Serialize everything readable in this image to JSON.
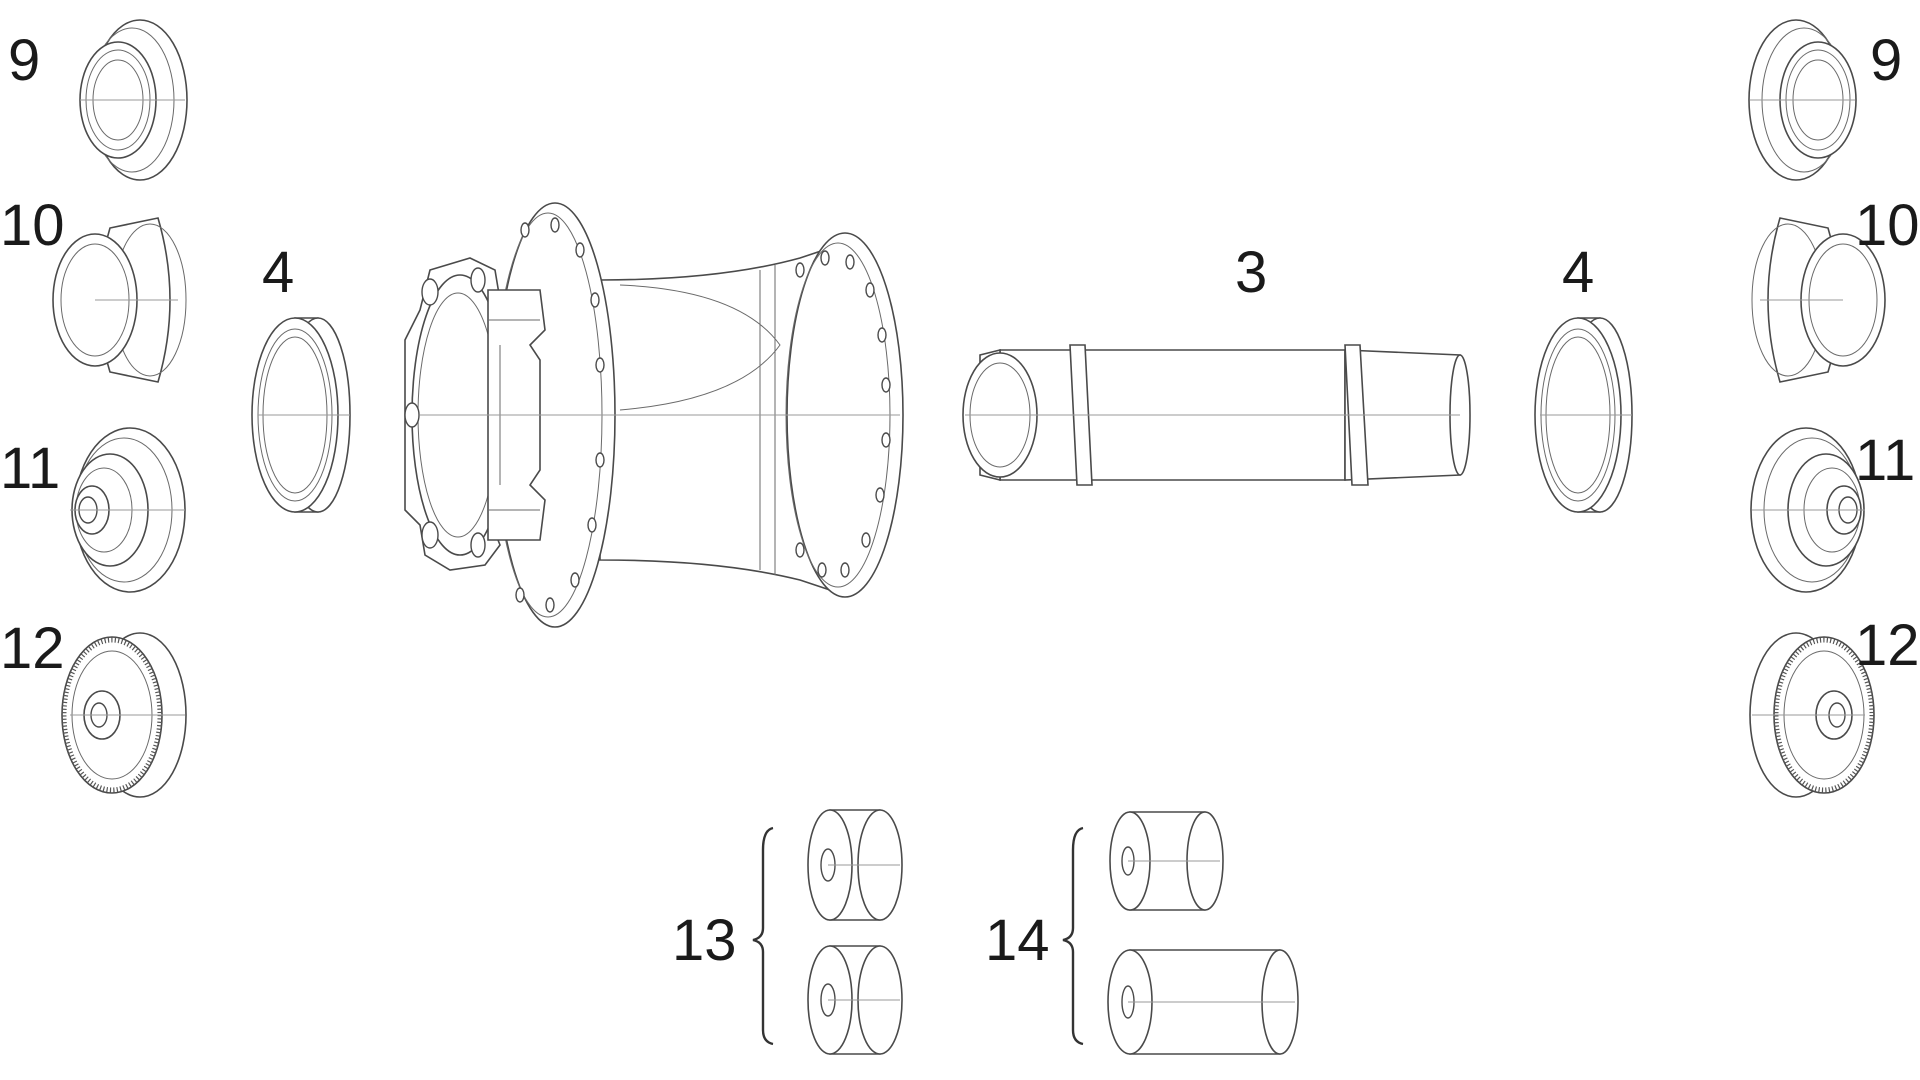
{
  "callouts": {
    "axle": "3",
    "bearing_left": "4",
    "bearing_right": "4",
    "endcap_9_left": "9",
    "endcap_9_right": "9",
    "endcap_10_left": "10",
    "endcap_10_right": "10",
    "endcap_11_left": "11",
    "endcap_11_right": "11",
    "endcap_12_left": "12",
    "endcap_12_right": "12",
    "spacer_set_13": "13",
    "spacer_set_14": "14"
  },
  "colors": {
    "line": "#4a4a4a",
    "background": "#ffffff",
    "label": "#1a1a1a"
  }
}
